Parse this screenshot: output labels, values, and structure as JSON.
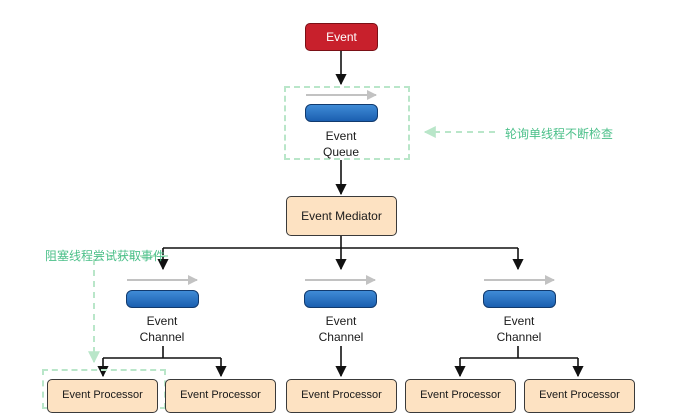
{
  "nodes": {
    "event": "Event",
    "queue_line1": "Event",
    "queue_line2": "Queue",
    "mediator": "Event Mediator",
    "channel_line1": "Event",
    "channel_line2": "Channel",
    "processor": "Event Processor"
  },
  "annotations": {
    "polling": "轮询单线程不断检查",
    "blocking": "阻塞线程尝试获取事件"
  },
  "colors": {
    "event_fill": "#c8202c",
    "box_fill": "#fde2c2",
    "pipe_fill": "#2f78c8",
    "annotation": "#4cc08a"
  }
}
